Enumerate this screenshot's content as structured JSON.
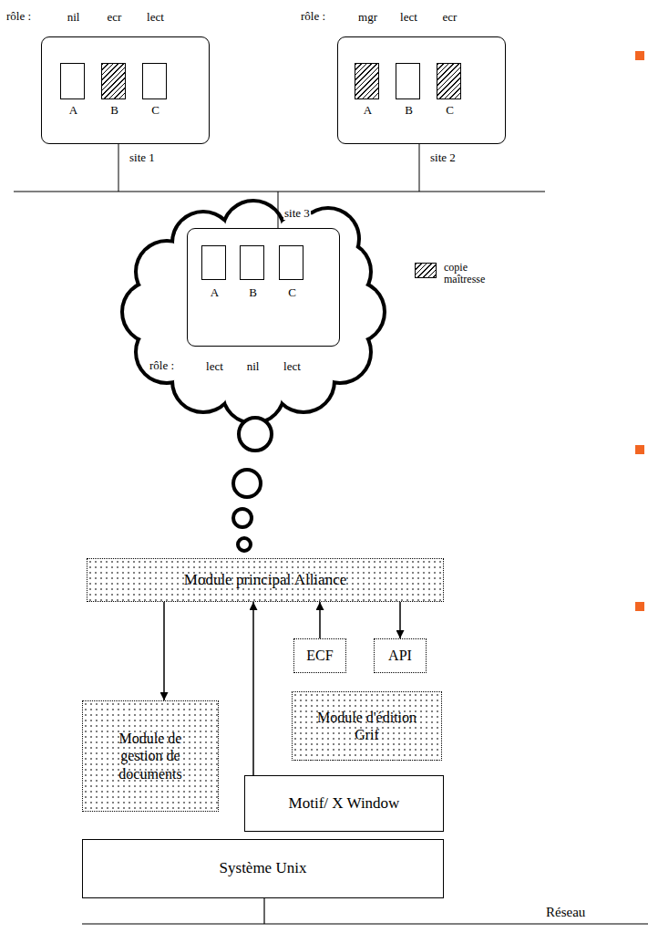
{
  "diagram": {
    "nodes": [
      {
        "text": [
          "rôle :",
          "site 1"
        ]
      },
      {
        "text": [
          "nil",
          "A"
        ],
        "in": 0
      },
      {
        "text": [
          "ecr",
          "B"
        ],
        "in": 0
      },
      {
        "text": [
          "lect",
          "C"
        ],
        "in": 0
      },
      {
        "text": [
          "rôle :",
          "site 2"
        ]
      },
      {
        "text": [
          "mgr",
          "A"
        ],
        "in": 4
      },
      {
        "text": [
          "lect",
          "B"
        ],
        "in": 4
      },
      {
        "text": [
          "ecr",
          "C"
        ],
        "in": 4
      },
      {
        "text": [
          "site 3",
          "rôle :"
        ]
      },
      {
        "text": [
          "A",
          "lect"
        ],
        "in": 8
      },
      {
        "text": [
          "B",
          "nil"
        ],
        "in": 8
      },
      {
        "text": [
          "C",
          "lect"
        ],
        "in": 8
      },
      {
        "text": [
          "Module principal Alliance"
        ]
      },
      {
        "text": [
          "ECF"
        ]
      },
      {
        "text": [
          "API"
        ]
      },
      {
        "text": [
          "Module de gestion de documents"
        ]
      },
      {
        "text": [
          "Module d'édition Grif"
        ]
      },
      {
        "text": [
          "Motif/ X Window"
        ]
      },
      {
        "text": [
          "Système Unix"
        ]
      }
    ],
    "edges": [
      {
        "from": 12,
        "to": 15,
        "arrow": "to"
      },
      {
        "from": 17,
        "to": 12,
        "arrow": "to"
      },
      {
        "from": 13,
        "to": 12,
        "arrow": "to"
      },
      {
        "from": 12,
        "to": 14,
        "arrow": "to"
      }
    ],
    "labels": [
      "Réseau"
    ],
    "legend": [
      {
        "text": "copie maîtresse"
      }
    ]
  }
}
